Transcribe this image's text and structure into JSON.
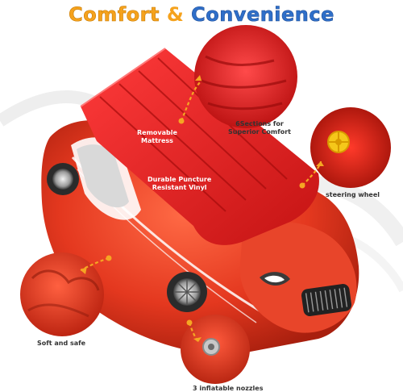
{
  "title": {
    "word1": "Comfort",
    "amp": "&",
    "word2": "Convenience"
  },
  "callouts": {
    "removable": [
      "Removable",
      "Mattress"
    ],
    "durable": [
      "Durable Puncture",
      "Resistant Vinyl"
    ],
    "sections": [
      "6Sections for",
      "Superior Comfort"
    ],
    "steering": "steering wheel",
    "soft": "Soft and safe",
    "nozzles": "3 inflatable nozzles"
  },
  "colors": {
    "title_orange": "#f5a21d",
    "title_blue": "#2f6fc9",
    "arrow_orange": "#f5a623",
    "car_red": "#e4381f",
    "mattress_red": "#e02020"
  }
}
